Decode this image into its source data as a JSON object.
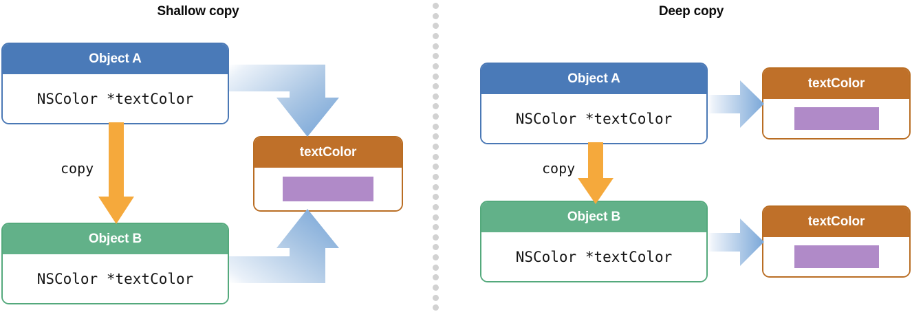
{
  "colors": {
    "blue_header": "#4a7ab8",
    "blue_border": "#4a78b5",
    "green_header": "#62b189",
    "green_border": "#54a97c",
    "orange_header": "#bf7029",
    "orange_border": "#b96d23",
    "purple_swatch": "#b08ac8",
    "arrow_blue": "#7aa7d8",
    "arrow_orange": "#f5a93c",
    "divider_dot": "#d2d2d2",
    "background": "#ffffff",
    "text_dark": "#0a0a0a"
  },
  "panels": {
    "left": {
      "title": "Shallow copy",
      "object_a": {
        "header": "Object A",
        "code": "NSColor *textColor"
      },
      "object_b": {
        "header": "Object B",
        "code": "NSColor *textColor"
      },
      "text_color": {
        "header": "textColor",
        "swatch": "color-swatch"
      },
      "copy_label": "copy",
      "arrows": [
        {
          "name": "arrow-object-a-to-textcolor",
          "shape": "elbow-right-down"
        },
        {
          "name": "arrow-object-b-to-textcolor",
          "shape": "elbow-right-up"
        },
        {
          "name": "arrow-copy-a-to-b",
          "shape": "straight-down"
        }
      ]
    },
    "right": {
      "title": "Deep copy",
      "object_a": {
        "header": "Object A",
        "code": "NSColor *textColor"
      },
      "object_b": {
        "header": "Object B",
        "code": "NSColor *textColor"
      },
      "text_color_a": {
        "header": "textColor",
        "swatch": "color-swatch"
      },
      "text_color_b": {
        "header": "textColor",
        "swatch": "color-swatch"
      },
      "copy_label": "copy",
      "arrows": [
        {
          "name": "arrow-object-a-to-textcolor-a",
          "shape": "straight-right"
        },
        {
          "name": "arrow-object-b-to-textcolor-b",
          "shape": "straight-right"
        },
        {
          "name": "arrow-copy-a-to-b",
          "shape": "straight-down"
        }
      ]
    }
  },
  "divider": {
    "name": "dotted-vertical-divider",
    "dot_count": 31
  }
}
